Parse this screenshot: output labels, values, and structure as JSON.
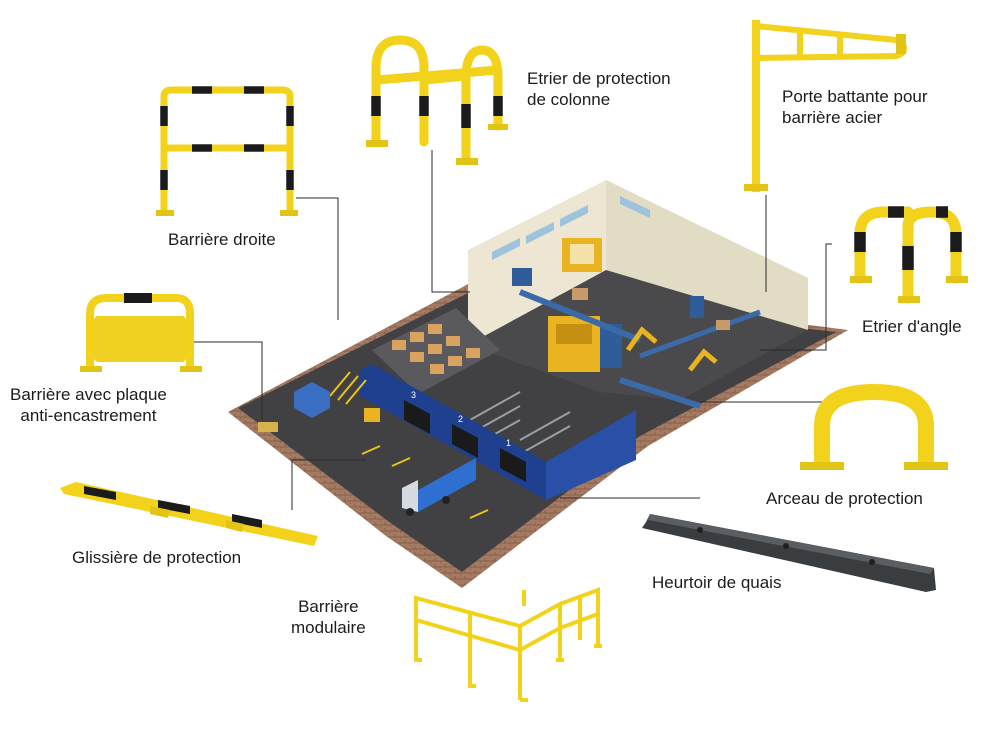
{
  "colors": {
    "safety_yellow": "#f2d21b",
    "stripe_black": "#1b1b1b",
    "floor_dark": "#3e3e40",
    "wall_brick": "#9b6f58",
    "building_blue": "#1f3f8f",
    "machine_yellow": "#e9b321",
    "leader_line": "#2a2a2a",
    "bumper_grey": "#3a3d40"
  },
  "labels": {
    "barriere_droite": "Barrière droite",
    "etrier_colonne_1": "Etrier de protection",
    "etrier_colonne_2": "de colonne",
    "porte_battante_1": "Porte battante pour",
    "porte_battante_2": "barrière acier",
    "etrier_angle": "Etrier d'angle",
    "plaque_1": "Barrière avec plaque",
    "plaque_2": "anti-encastrement",
    "arceau": "Arceau de protection",
    "glissiere": "Glissière de protection",
    "heurtoir": "Heurtoir de quais",
    "modulaire_1": "Barrière",
    "modulaire_2": "modulaire"
  },
  "dock_numbers": [
    "1",
    "2",
    "3"
  ],
  "products": [
    {
      "icon": "straight-barrier-icon"
    },
    {
      "icon": "column-guard-icon"
    },
    {
      "icon": "swing-gate-icon"
    },
    {
      "icon": "corner-guard-icon"
    },
    {
      "icon": "anti-underrun-barrier-icon"
    },
    {
      "icon": "hoop-guard-icon"
    },
    {
      "icon": "floor-rail-icon"
    },
    {
      "icon": "dock-bumper-icon"
    },
    {
      "icon": "modular-barrier-icon"
    }
  ]
}
